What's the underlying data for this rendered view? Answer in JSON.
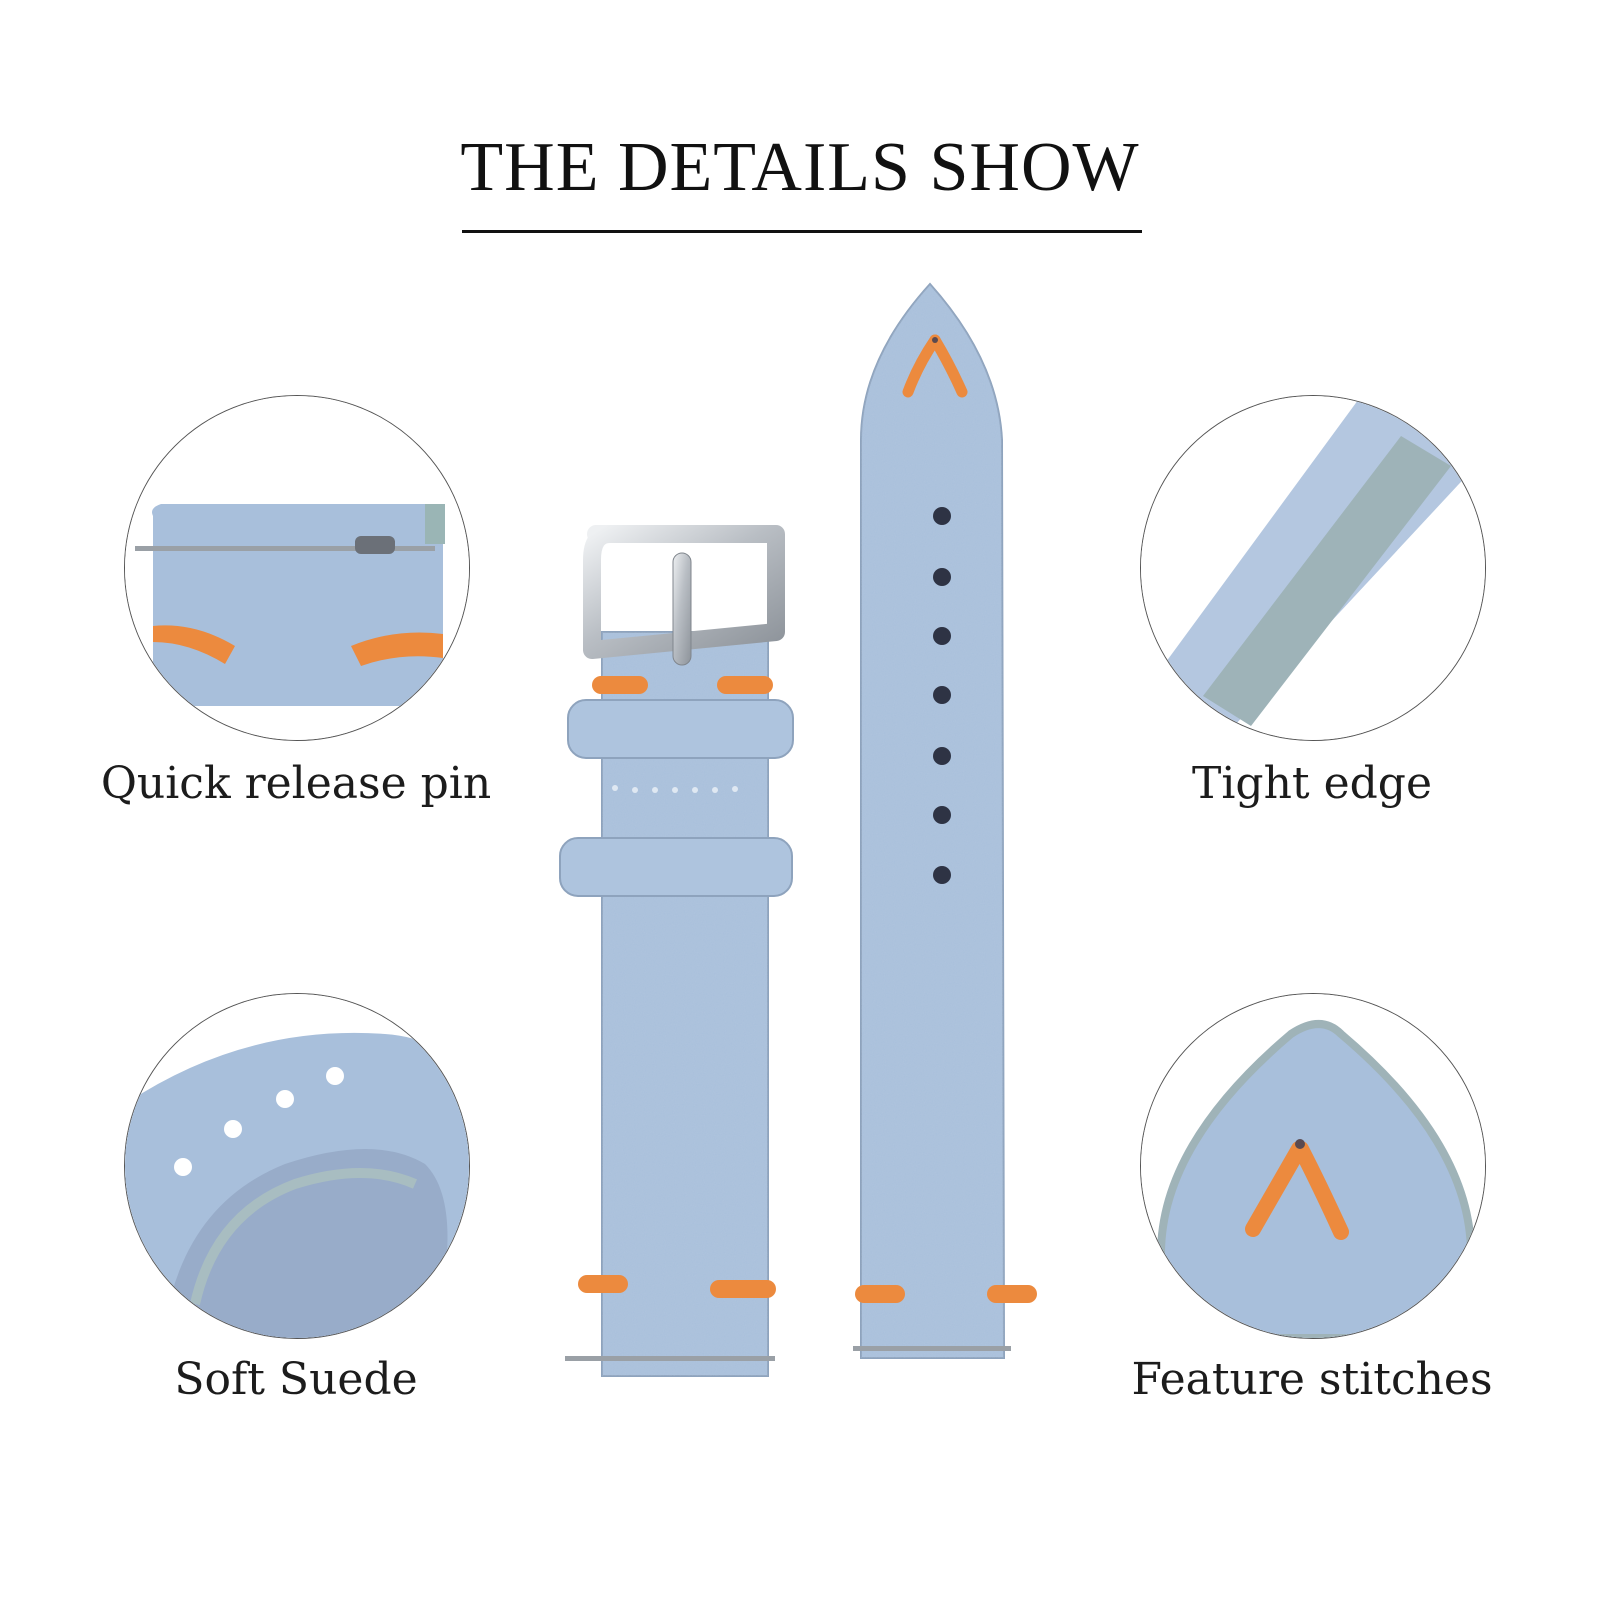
{
  "page": {
    "title": "THE DETAILS SHOW",
    "colors": {
      "suede": "#a8bfdb",
      "suede_dark": "#93aac8",
      "edge": "#9fb1b7",
      "stitch": "#ec8a3e",
      "buckle": "#c9cdd2"
    }
  },
  "details": [
    {
      "label": "Quick release pin",
      "icon": "quick-release-pin-closeup"
    },
    {
      "label": "Tight edge",
      "icon": "tight-edge-closeup"
    },
    {
      "label": "Soft Suede",
      "icon": "soft-suede-closeup"
    },
    {
      "label": "Feature stitches",
      "icon": "feature-stitches-closeup"
    }
  ]
}
